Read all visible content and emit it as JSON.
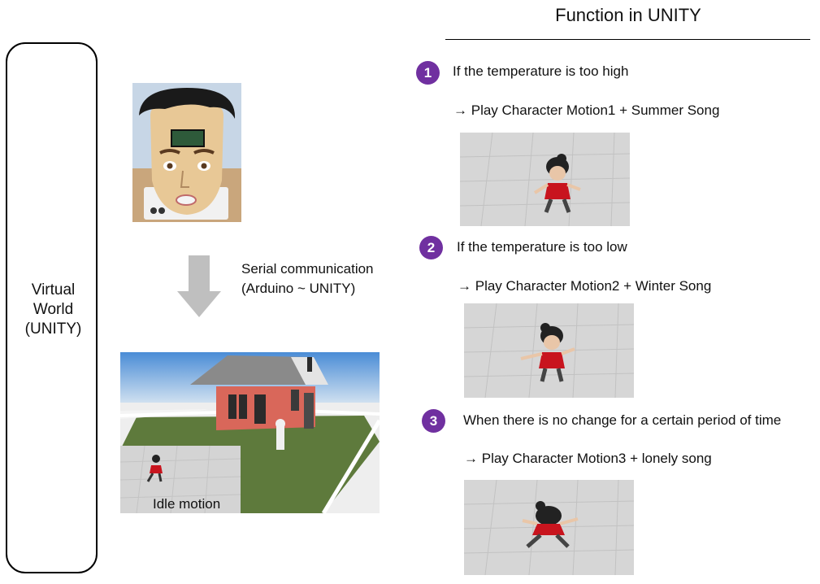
{
  "virtual_world": {
    "line1": "Virtual",
    "line2": "World",
    "line3": "(UNITY)"
  },
  "header": {
    "title": "Function in UNITY"
  },
  "communication": {
    "line1": "Serial communication",
    "line2": "(Arduino ~ UNITY)"
  },
  "idle": {
    "label": "Idle motion"
  },
  "functions": [
    {
      "number": "1",
      "condition": "If the temperature is too high",
      "action": "Play Character Motion1 + Summer Song"
    },
    {
      "number": "2",
      "condition": "If the temperature is too low",
      "action": "Play Character Motion2 + Winter Song"
    },
    {
      "number": "3",
      "condition": "When there is no change for a certain period of time",
      "action": "Play Character Motion3 + lonely song"
    }
  ],
  "colors": {
    "badge": "#7030a0",
    "arrow": "#bfbfbf",
    "dress": "#c8141e"
  },
  "icons": {
    "arrow_right": "right-arrow-icon",
    "down_arrow": "down-arrow-icon"
  }
}
